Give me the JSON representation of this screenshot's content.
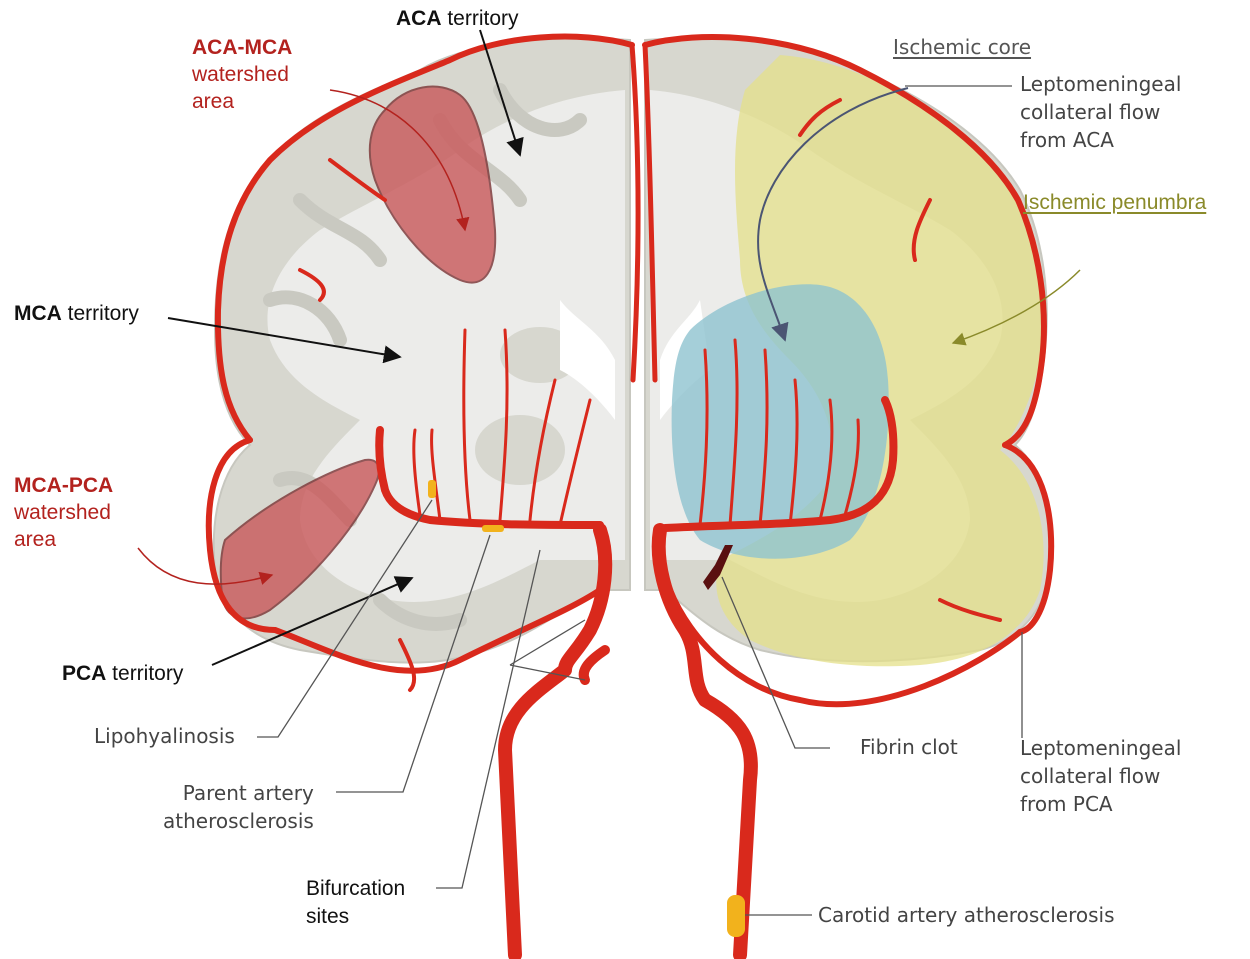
{
  "labels": {
    "aca_territory": {
      "bold": "ACA",
      "rest": " territory"
    },
    "aca_mca_watershed": {
      "line1": "ACA-MCA",
      "line2": "watershed",
      "line3": "area"
    },
    "mca_territory": {
      "bold": "MCA",
      "rest": " territory"
    },
    "mca_pca_watershed": {
      "line1": "MCA-PCA",
      "line2": "watershed",
      "line3": "area"
    },
    "pca_territory": {
      "bold": "PCA",
      "rest": " territory"
    },
    "lipohyalinosis": "Lipohyalinosis",
    "parent_artery": {
      "line1": "Parent artery",
      "line2": "atherosclerosis"
    },
    "bifurcation": {
      "line1": "Bifurcation",
      "line2": "sites"
    },
    "ischemic_core": "Ischemic core",
    "lepto_aca": {
      "line1": "Leptomeningeal",
      "line2": "collateral flow",
      "line3": "from ACA"
    },
    "ischemic_penumbra": "Ischemic penumbra",
    "fibrin_clot": "Fibrin clot",
    "lepto_pca": {
      "line1": "Leptomeningeal",
      "line2": "collateral flow",
      "line3": "from PCA"
    },
    "carotid": "Carotid artery atherosclerosis"
  },
  "colors": {
    "artery": "#d9291c",
    "watershed": "#c9585a",
    "penumbra": "#e4e08a",
    "core": "#8fc3cf",
    "brain_gray": "#d7d7cf",
    "white_matter": "#ececea",
    "plaque": "#f2b21c",
    "clot": "#5a1010",
    "label_red": "#b3221e",
    "label_olive": "#8a8a2a"
  }
}
